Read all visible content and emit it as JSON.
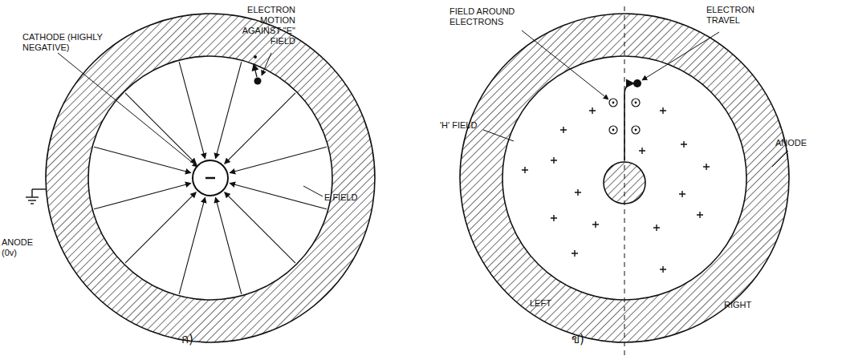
{
  "diagram": {
    "labels": [
      "CATHODE (HIGHLY NEGATIVE)",
      "ELECTRON MOTION AGAINST \"E\" FIELD",
      "ANODE (0v)",
      "E FIELD",
      "ก)",
      "FIELD AROUND ELECTRONS",
      "ELECTRON TRAVEL",
      "'H' FIELD",
      "ANODE",
      "LEFT",
      "RIGHT",
      "ข)"
    ]
  }
}
